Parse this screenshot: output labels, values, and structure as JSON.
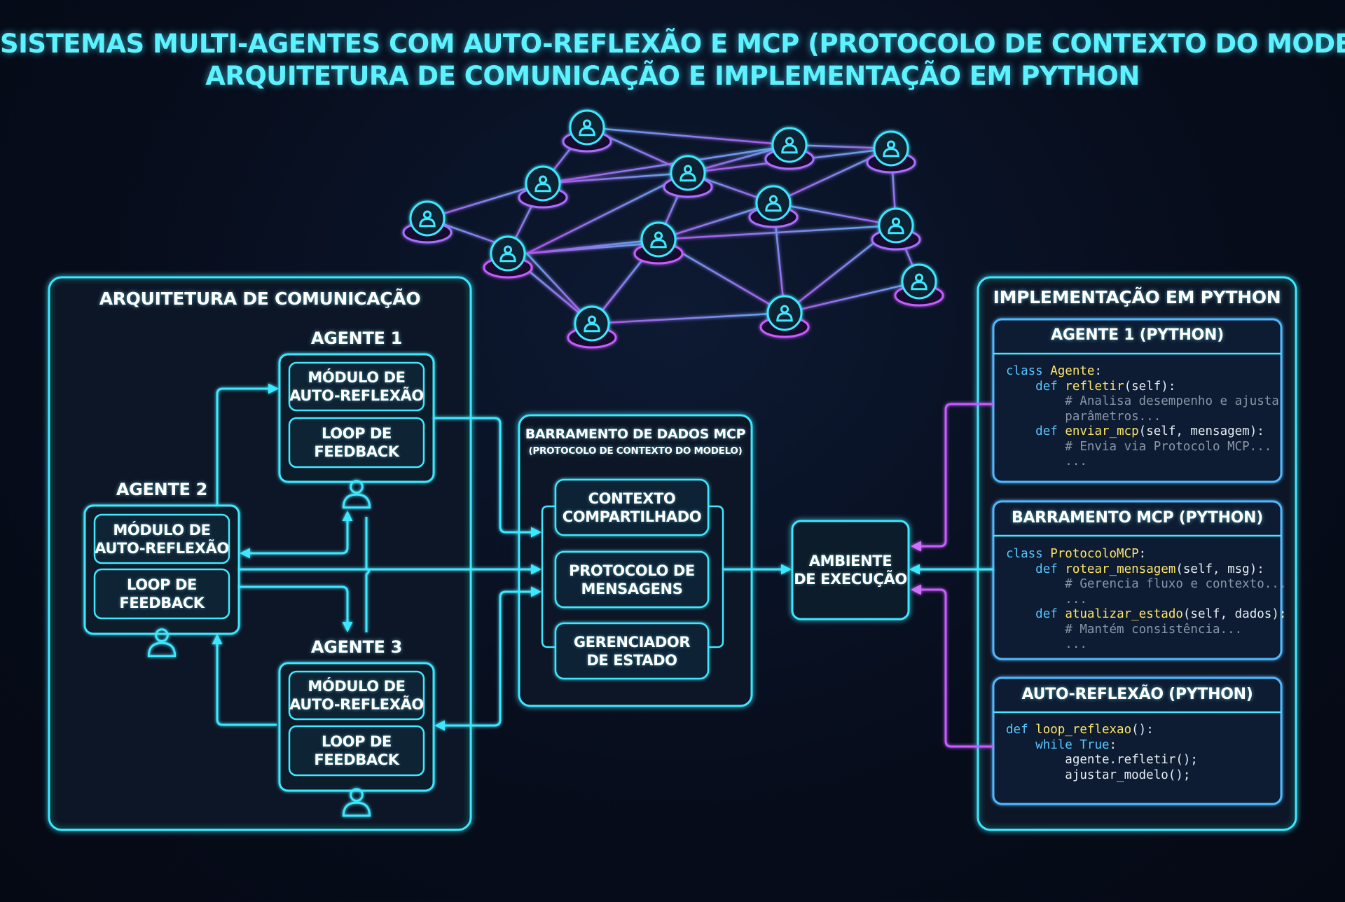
{
  "title": {
    "line1": "SISTEMAS MULTI-AGENTES COM AUTO-REFLEXÃO E MCP (PROTOCOLO DE CONTEXTO DO MODELO):",
    "line2": "ARQUITETURA DE COMUNICAÇÃO E IMPLEMENTAÇÃO EM PYTHON"
  },
  "colors": {
    "cyan": "#3ee8ff",
    "magenta": "#c85cff",
    "title": "#5ef2ff",
    "keyword": "#59c5ff",
    "function": "#ffe566",
    "comment": "#8a96a8"
  },
  "icons": {
    "agent": "person-icon",
    "network_node": "person-node-icon"
  },
  "arquitetura": {
    "title": "ARQUITETURA DE COMUNICAÇÃO",
    "agente1": {
      "title": "AGENTE 1",
      "modulo": "MÓDULO DE\nAUTO-REFLEXÃO",
      "loop": "LOOP DE\nFEEDBACK"
    },
    "agente2": {
      "title": "AGENTE 2",
      "modulo": "MÓDULO DE\nAUTO-REFLEXÃO",
      "loop": "LOOP DE\nFEEDBACK"
    },
    "agente3": {
      "title": "AGENTE 3",
      "modulo": "MÓDULO DE\nAUTO-REFLEXÃO",
      "loop": "LOOP DE\nFEEDBACK"
    }
  },
  "barramento": {
    "title": "BARRAMENTO DE DADOS MCP",
    "subtitle": "(PROTOCOLO DE CONTEXTO DO MODELO)",
    "contexto": "CONTEXTO\nCOMPARTILHADO",
    "protocolo": "PROTOCOLO DE\nMENSAGENS",
    "gerenciador": "GERENCIADOR\nDE ESTADO"
  },
  "ambiente": "AMBIENTE\nDE EXECUÇÃO",
  "implementacao": {
    "title": "IMPLEMENTAÇÃO EM PYTHON",
    "agente": {
      "title": "AGENTE 1 (PYTHON)",
      "code": [
        {
          "t": [
            {
              "c": "kw",
              "s": "class "
            },
            {
              "c": "fn",
              "s": "Agente"
            },
            {
              "c": "",
              "s": ":"
            }
          ]
        },
        {
          "t": [
            {
              "c": "",
              "s": "    "
            },
            {
              "c": "kw",
              "s": "def "
            },
            {
              "c": "fn",
              "s": "refletir"
            },
            {
              "c": "",
              "s": "(self):"
            }
          ]
        },
        {
          "t": [
            {
              "c": "cm",
              "s": "        # Analisa desempenho e ajusta"
            }
          ]
        },
        {
          "t": [
            {
              "c": "cm",
              "s": "        parâmetros..."
            }
          ]
        },
        {
          "t": [
            {
              "c": "",
              "s": "    "
            },
            {
              "c": "kw",
              "s": "def "
            },
            {
              "c": "fn",
              "s": "enviar_mcp"
            },
            {
              "c": "",
              "s": "(self, mensagem):"
            }
          ]
        },
        {
          "t": [
            {
              "c": "cm",
              "s": "        # Envia via Protocolo MCP..."
            }
          ]
        },
        {
          "t": [
            {
              "c": "cm",
              "s": "        ..."
            }
          ]
        }
      ]
    },
    "mcp": {
      "title": "BARRAMENTO MCP (PYTHON)",
      "code": [
        {
          "t": [
            {
              "c": "kw",
              "s": "class "
            },
            {
              "c": "fn",
              "s": "ProtocoloMCP"
            },
            {
              "c": "",
              "s": ":"
            }
          ]
        },
        {
          "t": [
            {
              "c": "",
              "s": "    "
            },
            {
              "c": "kw",
              "s": "def "
            },
            {
              "c": "fn",
              "s": "rotear_mensagem"
            },
            {
              "c": "",
              "s": "(self, msg):"
            }
          ]
        },
        {
          "t": [
            {
              "c": "cm",
              "s": "        # Gerencia fluxo e contexto..."
            }
          ]
        },
        {
          "t": [
            {
              "c": "cm",
              "s": "        ..."
            }
          ]
        },
        {
          "t": [
            {
              "c": "",
              "s": "    "
            },
            {
              "c": "kw",
              "s": "def "
            },
            {
              "c": "fn",
              "s": "atualizar_estado"
            },
            {
              "c": "",
              "s": "(self, dados):"
            }
          ]
        },
        {
          "t": [
            {
              "c": "cm",
              "s": "        # Mantém consistência..."
            }
          ]
        },
        {
          "t": [
            {
              "c": "cm",
              "s": "        ..."
            }
          ]
        }
      ]
    },
    "reflexao": {
      "title": "AUTO-REFLEXÃO (PYTHON)",
      "code": [
        {
          "t": [
            {
              "c": "kw",
              "s": "def "
            },
            {
              "c": "fn",
              "s": "loop_reflexao"
            },
            {
              "c": "",
              "s": "():"
            }
          ]
        },
        {
          "t": [
            {
              "c": "",
              "s": "    "
            },
            {
              "c": "kw",
              "s": "while True"
            },
            {
              "c": "",
              "s": ":"
            }
          ]
        },
        {
          "t": [
            {
              "c": "",
              "s": "        agente.refletir();"
            }
          ]
        },
        {
          "t": [
            {
              "c": "",
              "s": "        ajustar_modelo();"
            }
          ]
        }
      ]
    }
  }
}
